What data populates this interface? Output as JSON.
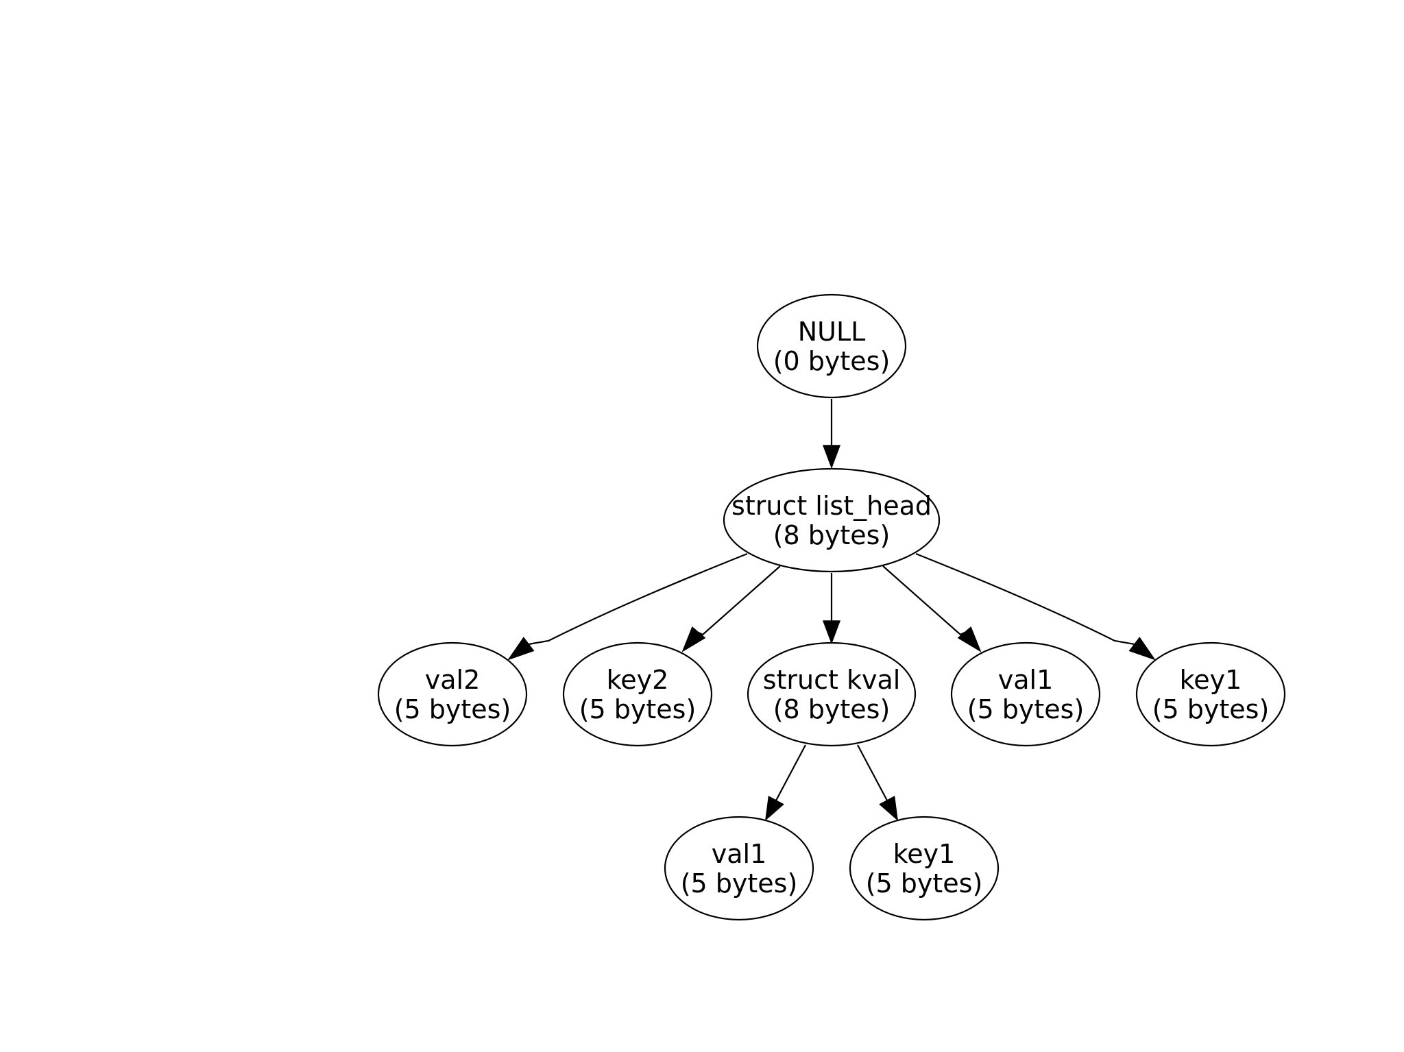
{
  "diagram": {
    "type": "tree",
    "nodes": [
      {
        "id": "null",
        "name": "NULL",
        "size": "(0 bytes)"
      },
      {
        "id": "list_head",
        "name": "struct list_head",
        "size": "(8 bytes)"
      },
      {
        "id": "val2",
        "name": "val2",
        "size": "(5 bytes)"
      },
      {
        "id": "key2",
        "name": "key2",
        "size": "(5 bytes)"
      },
      {
        "id": "kval",
        "name": "struct kval",
        "size": "(8 bytes)"
      },
      {
        "id": "val1_top",
        "name": "val1",
        "size": "(5 bytes)"
      },
      {
        "id": "key1_top",
        "name": "key1",
        "size": "(5 bytes)"
      },
      {
        "id": "val1_sub",
        "name": "val1",
        "size": "(5 bytes)"
      },
      {
        "id": "key1_sub",
        "name": "key1",
        "size": "(5 bytes)"
      }
    ],
    "edges": [
      {
        "from": "null",
        "to": "list_head"
      },
      {
        "from": "list_head",
        "to": "val2"
      },
      {
        "from": "list_head",
        "to": "key2"
      },
      {
        "from": "list_head",
        "to": "kval"
      },
      {
        "from": "list_head",
        "to": "val1_top"
      },
      {
        "from": "list_head",
        "to": "key1_top"
      },
      {
        "from": "kval",
        "to": "val1_sub"
      },
      {
        "from": "kval",
        "to": "key1_sub"
      }
    ]
  }
}
